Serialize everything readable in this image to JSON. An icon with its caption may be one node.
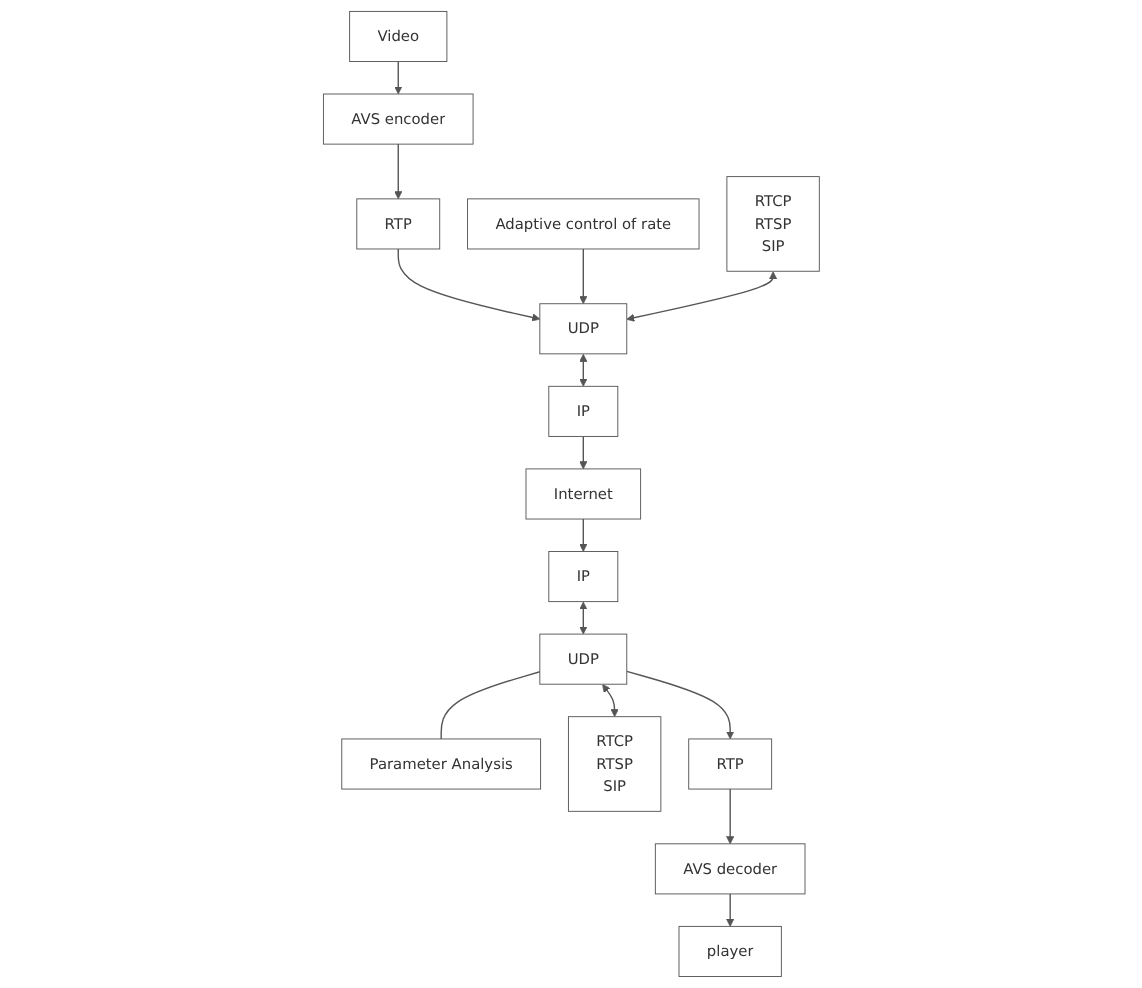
{
  "diagram": {
    "nodes": [
      {
        "text": [
          "Adaptive control of rate"
        ]
      },
      {
        "text": [
          "Parameter Analysis"
        ]
      },
      {
        "text": [
          "Video"
        ]
      },
      {
        "text": [
          "RTCP",
          "RTSP",
          "SIP"
        ]
      },
      {
        "text": [
          "RTCP",
          "RTSP",
          "SIP"
        ]
      },
      {
        "text": [
          "player"
        ]
      },
      {
        "text": [
          "AVS encoder"
        ]
      },
      {
        "text": [
          "AVS decoder"
        ]
      },
      {
        "text": [
          "RTP"
        ]
      },
      {
        "text": [
          "RTP"
        ]
      },
      {
        "text": [
          "UDP"
        ]
      },
      {
        "text": [
          "UDP"
        ]
      },
      {
        "text": [
          "IP"
        ]
      },
      {
        "text": [
          "IP"
        ]
      },
      {
        "text": [
          "Internet"
        ]
      }
    ],
    "edges": [
      {
        "from": 2,
        "to": 6,
        "arrow": "to"
      },
      {
        "from": 6,
        "to": 8,
        "arrow": "to"
      },
      {
        "from": 8,
        "to": 10,
        "arrow": "to"
      },
      {
        "from": 0,
        "to": 10,
        "arrow": "to"
      },
      {
        "from": 3,
        "to": 10,
        "arrow": "both"
      },
      {
        "from": 10,
        "to": 12,
        "arrow": "both"
      },
      {
        "from": 12,
        "to": 14,
        "arrow": "to"
      },
      {
        "from": 14,
        "to": 13,
        "arrow": "to"
      },
      {
        "from": 13,
        "to": 11,
        "arrow": "both"
      },
      {
        "from": 11,
        "to": 4,
        "arrow": "both"
      },
      {
        "from": 11,
        "to": 1,
        "arrow": "none"
      },
      {
        "from": 11,
        "to": 9,
        "arrow": "to"
      },
      {
        "from": 9,
        "to": 7,
        "arrow": "to"
      },
      {
        "from": 7,
        "to": 5,
        "arrow": "to"
      }
    ]
  }
}
